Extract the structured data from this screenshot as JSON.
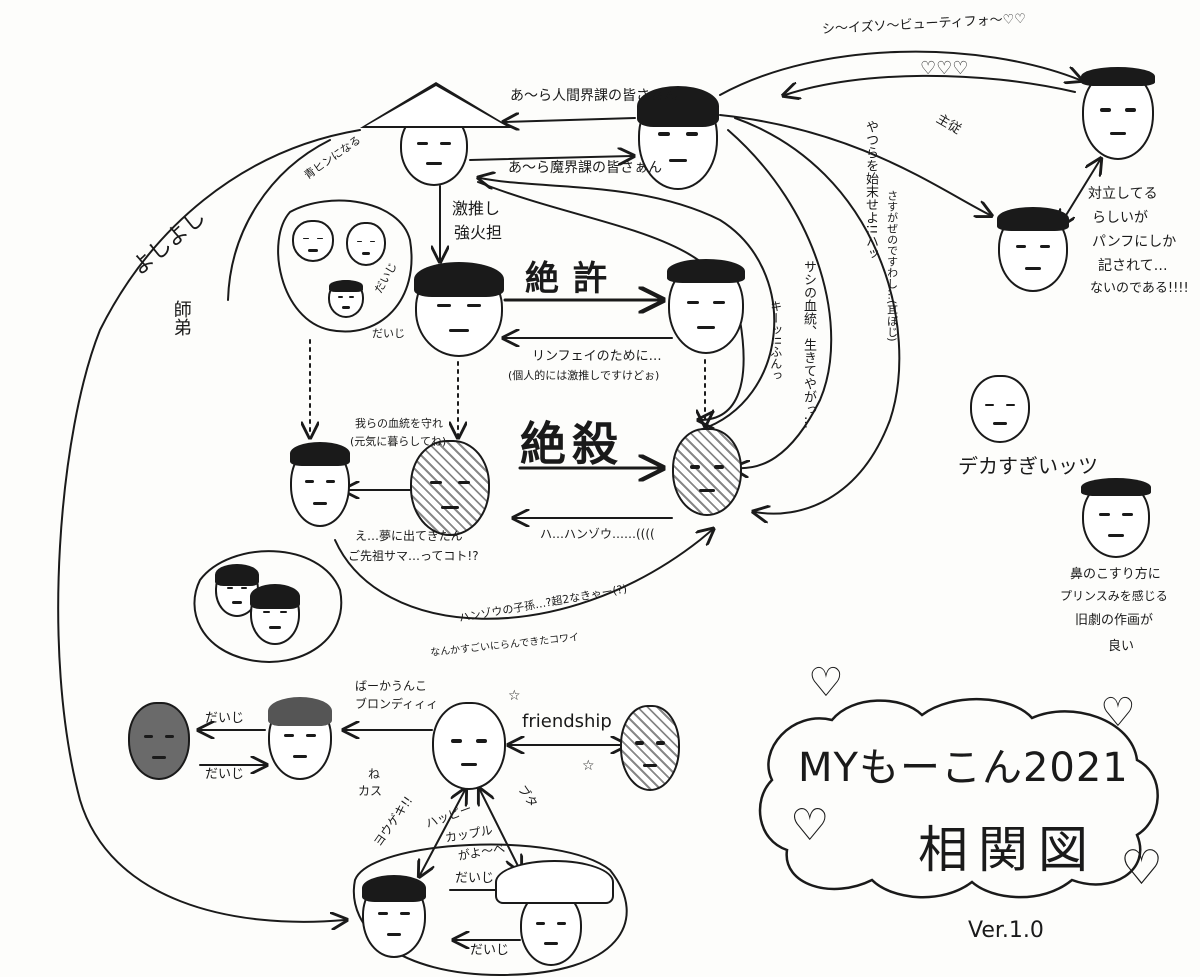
{
  "labels": {
    "a_ningen": "あ〜ら人間界課の皆さぁん",
    "a_makai": "あ〜ら魔界課の皆さぁん",
    "gekioshi": "激推し",
    "kenka": "強火担",
    "aobane": "青ヒンになる",
    "daijii_top": "だいじ",
    "daijii_small": "だいじ",
    "zekkyo": "絶許",
    "zessatsu": "絶殺",
    "rinfei": "リンフェイのために…",
    "kojin": "(個人的には激推しですけどぉ)",
    "waga": "我らの血統を守れ",
    "genki": "(元気に暮らしてね)",
    "e_yume": "え…夢に出てきたん",
    "gosenzo": "ご先祖サマ…ってコト!?",
    "ha_hanzo": "ハ…ハンゾウ……((((",
    "hanzo_shison": "ハンゾウの子孫…?超2なきゃー(?)",
    "nanka": "なんかすごいにらんできたコワイ",
    "shizu": "シ〜イズソ〜ビューティフォ〜♡♡",
    "shuju": "主従",
    "yatsura": "やつらを始末せよ!!ハッ",
    "sasuga": "さすがぜのですわし…(耳ぼじ)",
    "saburo": "サシの血統、生きてやがっ…",
    "kiitsu": "キーッ!!ふんっ",
    "taiji_1": "対立してる",
    "taiji_2": "らしいが",
    "taiji_3": "パンフにしか",
    "taiji_4": "記されて…",
    "taiji_5": "ないのである!!!!",
    "dekasugi": "デカすぎいッツ",
    "hana_1": "鼻のこすり方に",
    "hana_2": "プリンスみを感じる",
    "hana_3": "旧劇の作画が",
    "hana_4": "良い",
    "yoshiyoshi": "よしよし",
    "shitei": "師弟",
    "bakaunko": "ばーかうんこ",
    "brondy": "ブロンディィィ",
    "daijii_l1": "だいじ",
    "daijii_l2": "だいじ",
    "ne": "ね",
    "kasu": "カス",
    "friendship": "friendship",
    "sukiyaki": "ヨウゲキ!!",
    "happy_1": "ハッピー",
    "happy_2": "カップル",
    "happy_3": "がよ〜べ",
    "buta": "ブタ",
    "daijii_b1": "だいじ",
    "daijii_b2": "だいじ",
    "title_1": "MYもーこん2021",
    "title_2": "相関図",
    "version": "Ver.1.0"
  }
}
